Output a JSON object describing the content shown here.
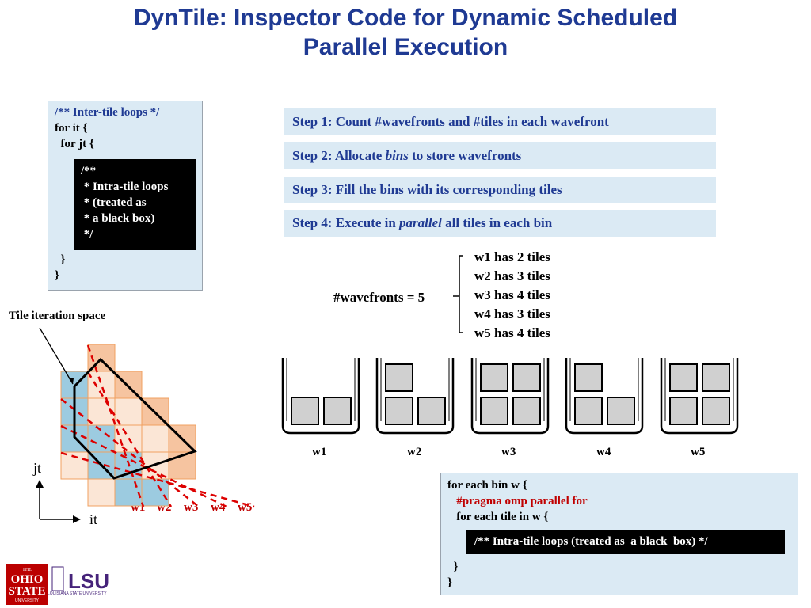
{
  "title": {
    "line1": "DynTile: Inspector Code for Dynamic Scheduled",
    "line2": "Parallel Execution"
  },
  "code_top": {
    "comment": "/** Inter-tile loops */",
    "for_it": "for it {",
    "for_jt": "  for jt {",
    "black_box_lines": [
      "/**",
      " * Intra-tile loops",
      " * (treated as",
      " * a black box)",
      " */"
    ],
    "close_inner": "  }",
    "close_outer": "}"
  },
  "steps": [
    {
      "pre": "Step 1: Count #wavefronts and #tiles in each wavefront",
      "em": "",
      "post": ""
    },
    {
      "pre": "Step 2: Allocate ",
      "em": "bins",
      "post": " to store wavefronts"
    },
    {
      "pre": "Step 3: Fill the bins with its corresponding tiles",
      "em": "",
      "post": ""
    },
    {
      "pre": "Step 4: Execute in ",
      "em": "parallel",
      "post": " all tiles in each bin"
    }
  ],
  "wavefronts": {
    "label": "#wavefronts = 5",
    "items": [
      "w1 has 2 tiles",
      "w2 has 3 tiles",
      "w3 has 4 tiles",
      "w4 has 3 tiles",
      "w5 has 4 tiles"
    ]
  },
  "bins": [
    {
      "name": "w1",
      "tiles": 2
    },
    {
      "name": "w2",
      "tiles": 3
    },
    {
      "name": "w3",
      "tiles": 4
    },
    {
      "name": "w4",
      "tiles": 3
    },
    {
      "name": "w5",
      "tiles": 4
    }
  ],
  "tile_space": {
    "label": "Tile iteration space",
    "axis_y": "jt",
    "axis_x": "it",
    "wave_labels": [
      "w1",
      "w2",
      "w3",
      "w4",
      "w5"
    ]
  },
  "code_bot": {
    "line1": "for each bin w {",
    "pragma": "   #pragma omp parallel for",
    "line3": "   for each tile in w {",
    "black_box": "/** Intra-tile loops (treated as  a black  box) */",
    "close_inner": "  }",
    "close_outer": "}"
  },
  "logos": {
    "ohio": [
      "THE",
      "OHIO",
      "STATE",
      "UNIVERSITY"
    ],
    "lsu": "LSU",
    "lsu_sub": "LOUISIANA STATE UNIVERSITY"
  },
  "colors": {
    "title": "#1f3a93",
    "box_bg": "#dbeaf4",
    "wave_red": "#dd0000",
    "tile_orange": "#f6c4a0",
    "tile_blue": "#9ccbe0",
    "ohio_red": "#bb0000",
    "lsu_purple": "#46237a"
  }
}
